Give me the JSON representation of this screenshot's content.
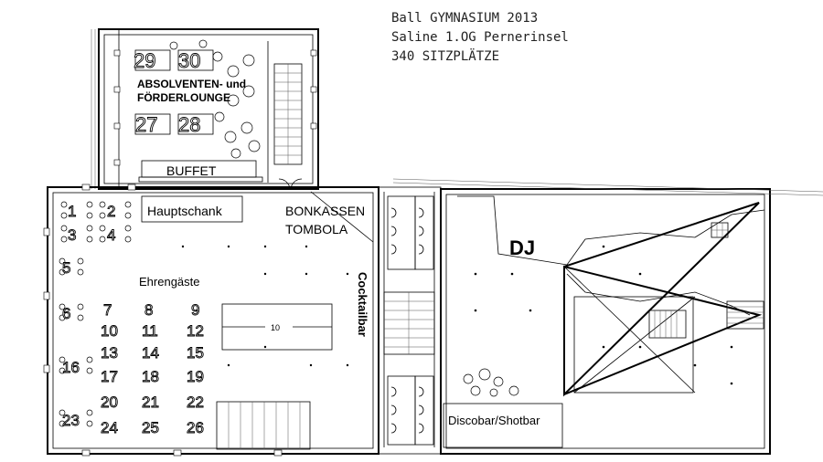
{
  "header": {
    "line1": "Ball GYMNASIUM 2013",
    "line2": "Saline 1.OG Pernerinsel",
    "line3": "340 SITZPLÄTZE"
  },
  "rooms": {
    "lounge_line1": "ABSOLVENTEN- und",
    "lounge_line2": "FÖRDERLOUNGE",
    "buffet": "BUFFET",
    "hauptschank": "Hauptschank",
    "bonkassen": "BONKASSEN",
    "tombola": "TOMBOLA",
    "ehrengaeste": "Ehrengäste",
    "cocktailbar": "Cocktailbar",
    "dj": "DJ",
    "discobar": "Discobar/Shotbar",
    "stage_number": "10"
  },
  "tables": [
    "1",
    "2",
    "3",
    "4",
    "5",
    "6",
    "7",
    "8",
    "9",
    "10",
    "11",
    "12",
    "13",
    "14",
    "15",
    "16",
    "17",
    "18",
    "19",
    "20",
    "21",
    "22",
    "23",
    "24",
    "25",
    "26",
    "27",
    "28",
    "29",
    "30"
  ]
}
